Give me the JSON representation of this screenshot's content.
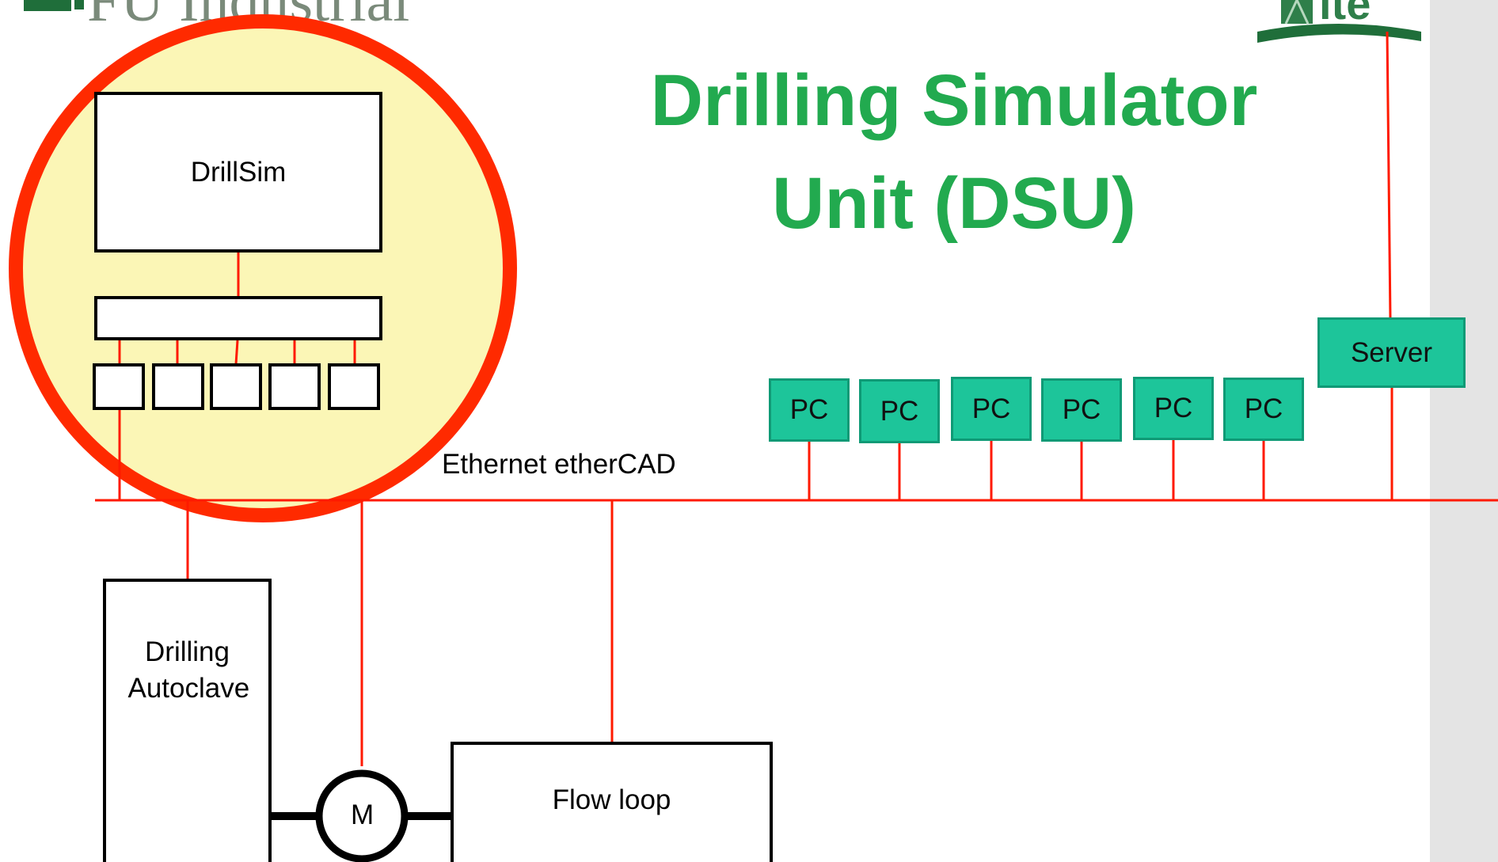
{
  "title": {
    "line1": "Drilling Simulator",
    "line2": "Unit (DSU)"
  },
  "left_logo_text": "FU Industrial",
  "right_logo_text": "ite",
  "nodes": {
    "drillsim": "DrillSim",
    "drilling_autoclave": "Drilling Autoclave",
    "motor": "M",
    "flow_loop": "Flow loop",
    "server": "Server",
    "pcs": [
      "PC",
      "PC",
      "PC",
      "PC",
      "PC",
      "PC"
    ]
  },
  "bus_label": "Ethernet etherCAD",
  "colors": {
    "title": "#22aa4f",
    "wire": "#ff1a00",
    "highlight_fill": "#fbf6b6",
    "highlight_ring": "#ff2a00",
    "pc_fill": "#1dc59a",
    "side_panel": "#e4e4e4"
  }
}
